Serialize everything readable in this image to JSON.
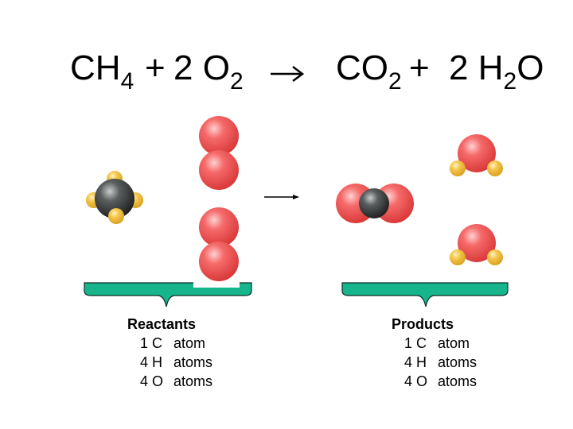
{
  "equation": {
    "reactant1": {
      "el1": "CH",
      "sub1": "4"
    },
    "plus1": "+",
    "reactant2": {
      "coef": "2",
      "el1": "O",
      "sub1": "2"
    },
    "product1": {
      "el1": "CO",
      "sub1": "2"
    },
    "plus2": "+",
    "product2": {
      "coef": "2",
      "el1": "H",
      "sub1": "2",
      "el2": "O"
    }
  },
  "colors": {
    "oxygen": "#f05a5a",
    "carbon": "#3a3a3a",
    "hydrogen": "#f2c040",
    "bracket": "#17b58c"
  },
  "reactants": {
    "heading": "Reactants",
    "rows": [
      {
        "count": "1 C",
        "unit": "atom"
      },
      {
        "count": "4 H",
        "unit": "atoms"
      },
      {
        "count": "4 O",
        "unit": "atoms"
      }
    ]
  },
  "products": {
    "heading": "Products",
    "rows": [
      {
        "count": "1 C",
        "unit": "atom"
      },
      {
        "count": "4 H",
        "unit": "atoms"
      },
      {
        "count": "4 O",
        "unit": "atoms"
      }
    ]
  }
}
